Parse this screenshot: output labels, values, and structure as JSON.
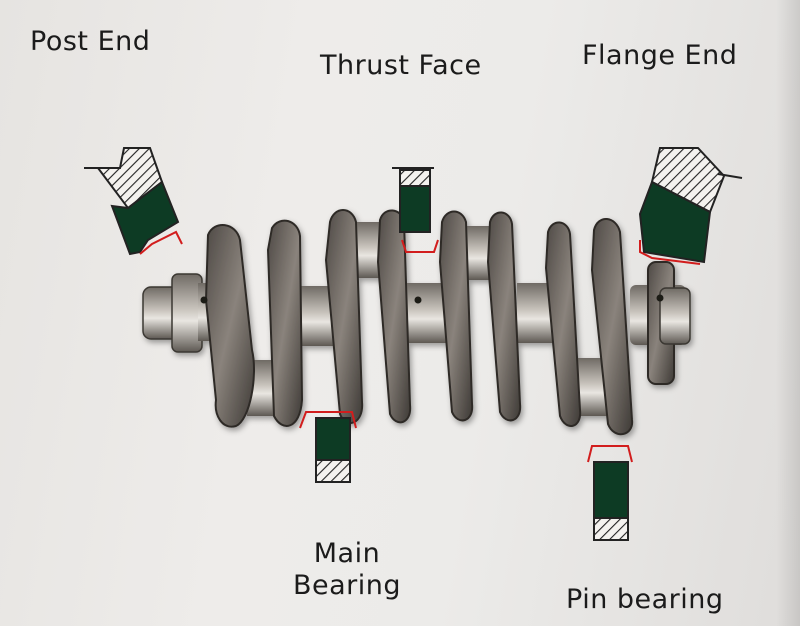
{
  "labels": {
    "post_end": "Post End",
    "thrust_face": "Thrust Face",
    "flange_end": "Flange End",
    "main_bearing_line1": "Main",
    "main_bearing_line2": "Bearing",
    "pin_bearing": "Pin bearing"
  },
  "colors": {
    "background": "#ebe9e6",
    "bearing_fill": "#0d3b24",
    "hatch": "#222222",
    "oil_line": "#d21d1d",
    "crank_steel": "#8f8780"
  },
  "icons": {
    "crankshaft": "crankshaft-illustration",
    "bearing": "bearing-cross-section-icon"
  }
}
